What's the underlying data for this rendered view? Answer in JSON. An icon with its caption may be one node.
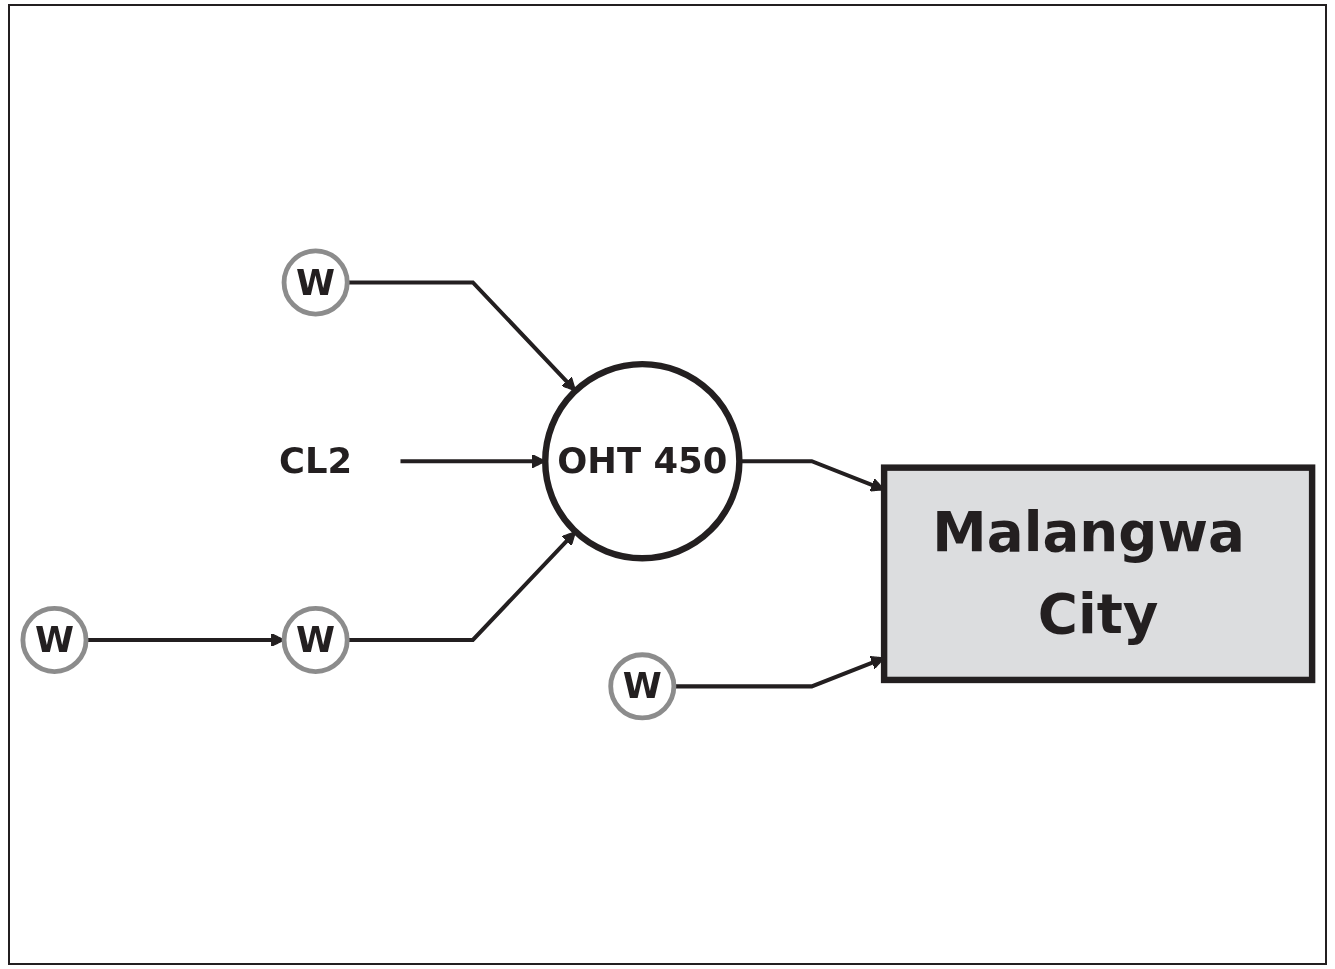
{
  "diagram": {
    "nodes": [
      {
        "text": [
          "W"
        ]
      },
      {
        "text": [
          "OHT 450"
        ]
      },
      {
        "text": [
          "Malangwa City"
        ]
      },
      {
        "text": [
          "CL2"
        ]
      },
      {
        "text": [
          "W"
        ]
      },
      {
        "text": [
          "W"
        ]
      },
      {
        "text": [
          "W"
        ]
      }
    ],
    "edges": [
      {
        "from": 0,
        "to": 1,
        "arrow": "to"
      },
      {
        "from": 1,
        "to": 2,
        "arrow": "to"
      },
      {
        "from": 3,
        "to": 1,
        "arrow": "to"
      },
      {
        "from": 4,
        "to": 5,
        "arrow": "to"
      },
      {
        "from": 5,
        "to": 1,
        "arrow": "to"
      },
      {
        "from": 6,
        "to": 2,
        "arrow": "to"
      }
    ]
  }
}
